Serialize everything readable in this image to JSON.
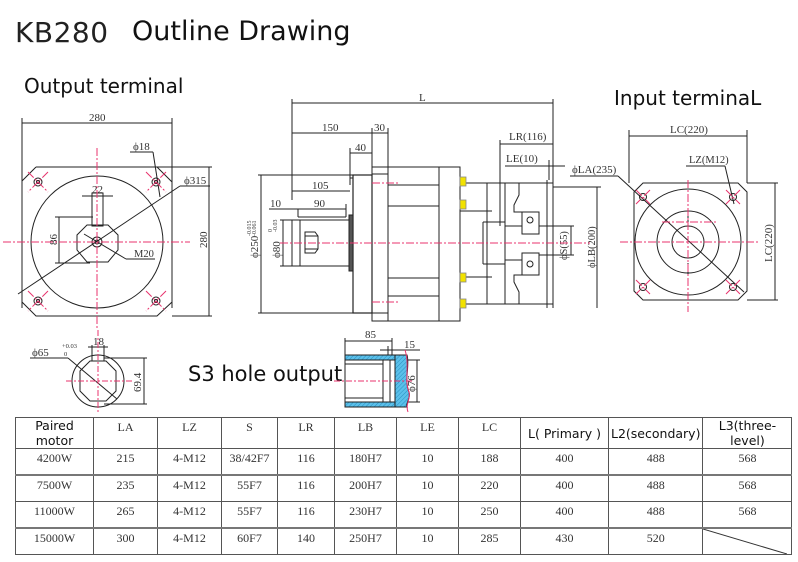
{
  "title": {
    "model": "KB280",
    "text": "Outline Drawing"
  },
  "sections": {
    "output_terminal": "Output terminal",
    "input_terminal": "Input terminaL",
    "s3_hole_output": "S3 hole output"
  },
  "output_view": {
    "width": "280",
    "height": "280",
    "hole_dia": "ϕ18",
    "pcd": "ϕ315",
    "key_width": "22",
    "key_height": "86",
    "center_thread": "M20"
  },
  "side_view": {
    "overall": "L",
    "dim_150": "150",
    "dim_30": "30",
    "dim_40": "40",
    "dim_105": "105",
    "dim_10": "10",
    "dim_90": "90",
    "flange_dia": "ϕ250",
    "flange_tol_upper": "-0.015",
    "flange_tol_lower": "-0.061",
    "shaft_dia": "ϕ80",
    "shaft_tol_upper": "0",
    "shaft_tol_lower": "-0.03",
    "lr": "LR(116)",
    "le": "LE(10)",
    "la": "ϕLA(235)",
    "s": "ϕS(55)",
    "lb": "ϕLB(200)"
  },
  "input_view": {
    "lc_width": "LC(220)",
    "lc_height": "LC(220)",
    "lz": "LZ(M12)"
  },
  "key_detail": {
    "dia": "ϕ65",
    "tol_upper": "+0.03",
    "tol_lower": "0",
    "key_width": "18",
    "key_depth": "69.4"
  },
  "s3_detail": {
    "length": "85",
    "depth": "15",
    "dia": "ϕ76"
  },
  "table": {
    "headers": [
      "Paired motor",
      "LA",
      "LZ",
      "S",
      "LR",
      "LB",
      "LE",
      "LC",
      "L( Primary   )",
      "L2(secondary)",
      "L3(three-level)"
    ],
    "rows": [
      [
        "4200W",
        "215",
        "4-M12",
        "38/42F7",
        "116",
        "180H7",
        "10",
        "188",
        "400",
        "488",
        "568"
      ],
      [
        "7500W",
        "235",
        "4-M12",
        "55F7",
        "116",
        "200H7",
        "10",
        "220",
        "400",
        "488",
        "568"
      ],
      [
        "11000W",
        "265",
        "4-M12",
        "55F7",
        "116",
        "230H7",
        "10",
        "250",
        "400",
        "488",
        "568"
      ],
      [
        "15000W",
        "300",
        "4-M12",
        "60F7",
        "140",
        "250H7",
        "10",
        "285",
        "430",
        "520",
        ""
      ]
    ]
  },
  "colors": {
    "centerline": "#e8336d",
    "bolt": "#f2e200",
    "hatch": "#3aaee0",
    "line": "#222222"
  }
}
